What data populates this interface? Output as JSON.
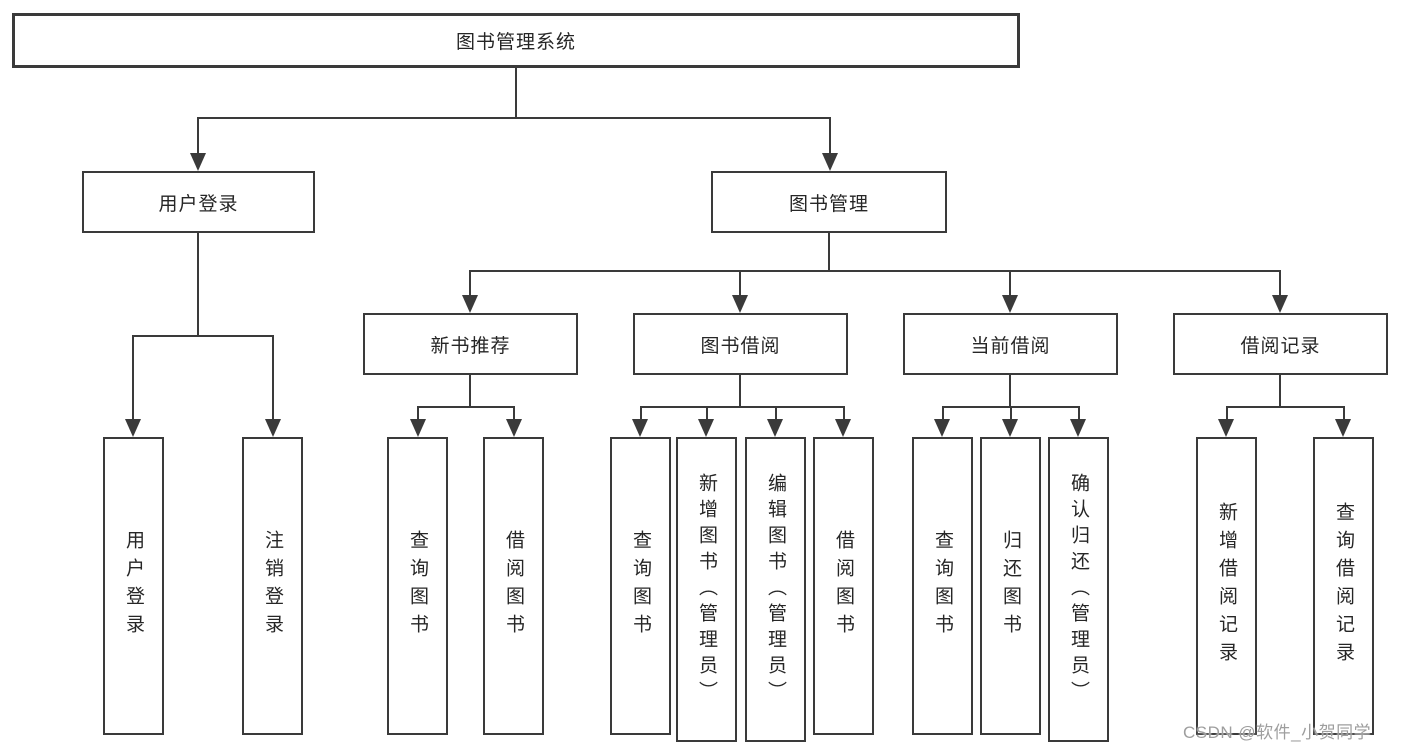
{
  "diagram": {
    "title": "图书管理系统",
    "level2": [
      {
        "label": "用户登录",
        "children": [
          "用户登录",
          "注销登录"
        ]
      },
      {
        "label": "图书管理",
        "groups": [
          {
            "label": "新书推荐",
            "children": [
              "查询图书",
              "借阅图书"
            ]
          },
          {
            "label": "图书借阅",
            "children": [
              "查询图书",
              "新增图书（管理员）",
              "编辑图书（管理员）",
              "借阅图书"
            ]
          },
          {
            "label": "当前借阅",
            "children": [
              "查询图书",
              "归还图书",
              "确认归还（管理员）"
            ]
          },
          {
            "label": "借阅记录",
            "children": [
              "新增借阅记录",
              "查询借阅记录"
            ]
          }
        ]
      }
    ]
  },
  "watermark": "CSDN @软件_小贺同学",
  "colors": {
    "line": "#3a3a3a",
    "text": "#262626",
    "watermark": "#9e9e9e",
    "background": "#ffffff"
  }
}
